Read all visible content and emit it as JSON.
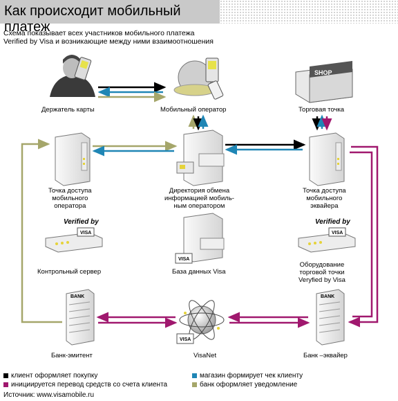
{
  "title": "Как происходит мобильный платеж",
  "subtitle_line1": "Схема показывает всех участников мобильного платежа",
  "subtitle_line2": "Verified by Visa и возникающие между ними взаимоотношения",
  "nodes": {
    "cardholder": "Держатель карты",
    "mobile_operator": "Мобильный оператор",
    "merchant": "Торговая точка",
    "operator_access_point": [
      "Точка доступа",
      "мобильного",
      "оператора"
    ],
    "exchange_directory": [
      "Директория обмена",
      "информацией мобиль-",
      "ным оператором"
    ],
    "acquirer_access_point": [
      "Точка доступа",
      "мобильного",
      "эквайера"
    ],
    "control_server": "Контрольный сервер",
    "visa_database": "База данных Visa",
    "merchant_equipment": [
      "Оборудование",
      "торговой точки",
      "Veryfied by Visa"
    ],
    "issuer_bank": "Банк-эмитент",
    "visanet": "VisaNet",
    "acquirer_bank": "Банк –эквайер"
  },
  "icon_text": {
    "shop": "SHOP",
    "bank": "BANK",
    "verified_by": "Verified by",
    "visa": "VISA"
  },
  "legend": [
    {
      "color": "#000000",
      "text": "клиент оформляет покупку"
    },
    {
      "color": "#1f86b5",
      "text": "магазин формирует чек клиенту"
    },
    {
      "color": "#a0186e",
      "text": "инициируется перевод средств со счета клиента"
    },
    {
      "color": "#a5a66a",
      "text": "банк оформляет уведомление"
    }
  ],
  "source": "Источник: www.visamobile.ru"
}
